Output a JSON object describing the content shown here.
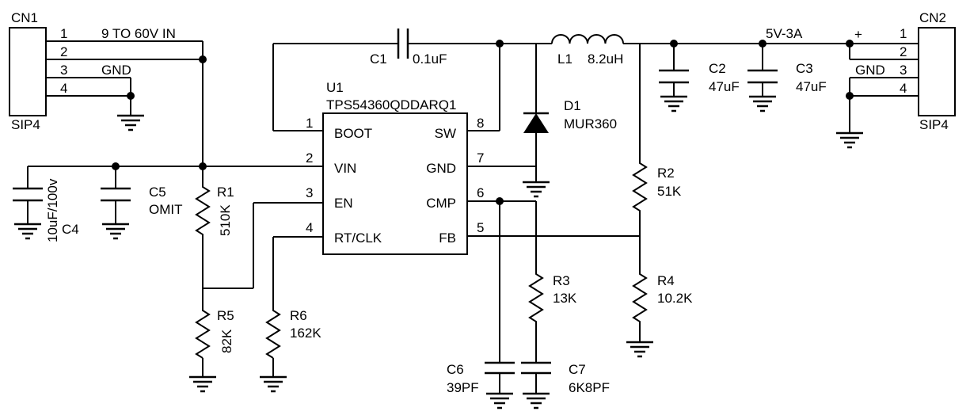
{
  "connectors": {
    "cn1": {
      "ref": "CN1",
      "type": "SIP4",
      "pins": [
        "1",
        "2",
        "3",
        "4"
      ],
      "net_vin": "9 TO 60V IN",
      "net_gnd": "GND"
    },
    "cn2": {
      "ref": "CN2",
      "type": "SIP4",
      "pins": [
        "1",
        "2",
        "3",
        "4"
      ],
      "net_vout": "5V-3A",
      "net_gnd": "GND",
      "plus": "+"
    }
  },
  "ic": {
    "ref": "U1",
    "part": "TPS54360QDDARQ1",
    "left_pins": [
      {
        "num": "1",
        "name": "BOOT"
      },
      {
        "num": "2",
        "name": "VIN"
      },
      {
        "num": "3",
        "name": "EN"
      },
      {
        "num": "4",
        "name": "RT/CLK"
      }
    ],
    "right_pins": [
      {
        "num": "8",
        "name": "SW"
      },
      {
        "num": "7",
        "name": "GND"
      },
      {
        "num": "6",
        "name": "CMP"
      },
      {
        "num": "5",
        "name": "FB"
      }
    ]
  },
  "components": {
    "c1": {
      "ref": "C1",
      "value": "0.1uF"
    },
    "l1": {
      "ref": "L1",
      "value": "8.2uH"
    },
    "d1": {
      "ref": "D1",
      "value": "MUR360"
    },
    "c2": {
      "ref": "C2",
      "value": "47uF"
    },
    "c3": {
      "ref": "C3",
      "value": "47uF"
    },
    "c4": {
      "ref": "C4",
      "value": "10uF/100v"
    },
    "c5": {
      "ref": "C5",
      "value": "OMIT"
    },
    "r1": {
      "ref": "R1",
      "value": "510K"
    },
    "r2": {
      "ref": "R2",
      "value": "51K"
    },
    "r3": {
      "ref": "R3",
      "value": "13K"
    },
    "r4": {
      "ref": "R4",
      "value": "10.2K"
    },
    "r5": {
      "ref": "R5",
      "value": "82K"
    },
    "r6": {
      "ref": "R6",
      "value": "162K"
    },
    "c6": {
      "ref": "C6",
      "value": "39PF"
    },
    "c7": {
      "ref": "C7",
      "value": "6K8PF"
    }
  }
}
